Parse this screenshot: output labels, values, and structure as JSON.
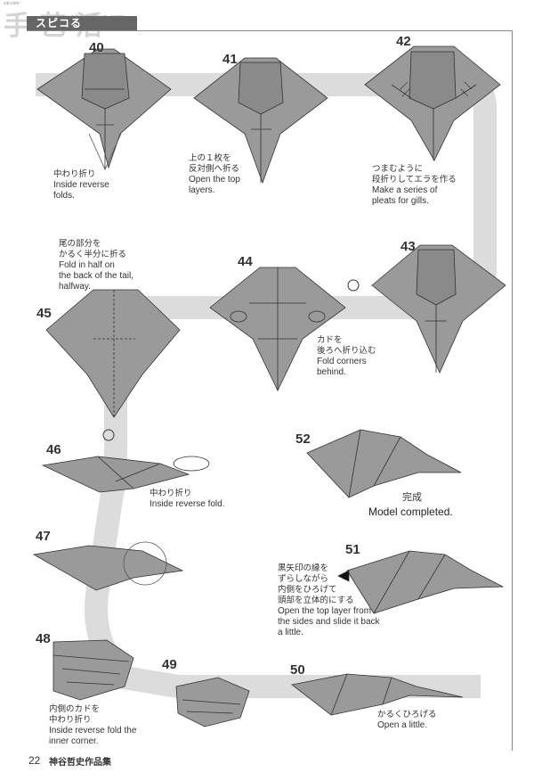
{
  "header": {
    "title": "スピコる",
    "top_tag": "cut.com",
    "watermark_logo": "手 艺 活",
    "watermark_url": "www.shouyihuo.com"
  },
  "steps": [
    {
      "num": "40",
      "jp": "中わり折り",
      "en": "Inside reverse\nfolds."
    },
    {
      "num": "41",
      "jp": "上の１枚を\n反対側へ折る",
      "en": "Open the top\nlayers."
    },
    {
      "num": "42",
      "jp": "つまむように\n段折りしてエラを作る",
      "en": "Make a series of\npleats for gills."
    },
    {
      "num": "43",
      "jp": "",
      "en": ""
    },
    {
      "num": "44",
      "jp": "カドを\n後ろへ折り込む",
      "en": "Fold corners\nbehind."
    },
    {
      "num": "45",
      "jp": "尾の部分を\nかるく半分に折る",
      "en": "Fold in half on\nthe back of the tail,\nhalfway."
    },
    {
      "num": "46",
      "jp": "中わり折り",
      "en": "Inside reverse fold."
    },
    {
      "num": "47",
      "jp": "",
      "en": ""
    },
    {
      "num": "48",
      "jp": "内側のカドを\n中わり折り",
      "en": "Inside reverse fold the\ninner corner."
    },
    {
      "num": "49",
      "jp": "",
      "en": ""
    },
    {
      "num": "50",
      "jp": "かるくひろげる",
      "en": "Open a little."
    },
    {
      "num": "51",
      "jp": "黒矢印の縁を\nずらしながら\n内側をひろげて\n頭部を立体的にする",
      "en": "Open the top layer from\nthe sides and slide it back\na little."
    },
    {
      "num": "52",
      "jp": "",
      "en": ""
    }
  ],
  "completed": {
    "jp": "完成",
    "en": "Model completed."
  },
  "footer": {
    "page": "22",
    "book": "神谷哲史作品集"
  },
  "colors": {
    "paper": "#9a9a9a",
    "paper_dark": "#7d7d7d",
    "path": "#d8d8d8",
    "line": "#333333",
    "header": "#666666"
  }
}
